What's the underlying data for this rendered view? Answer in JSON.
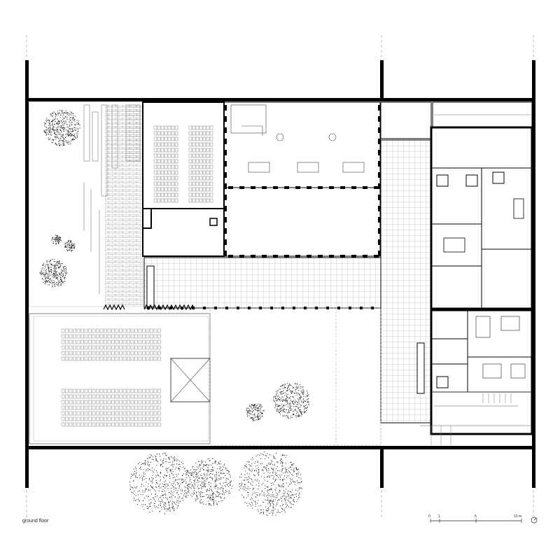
{
  "caption": "ground floor",
  "scale": {
    "labels": [
      "0",
      "1",
      "5",
      "10 m"
    ]
  },
  "colors": {
    "wall": "#000000",
    "line": "#333333",
    "tile": "#9a9a9a",
    "tree": "#111111"
  },
  "icons": {
    "north": "north-arrow-icon",
    "tree": "tree-canopy-icon"
  }
}
